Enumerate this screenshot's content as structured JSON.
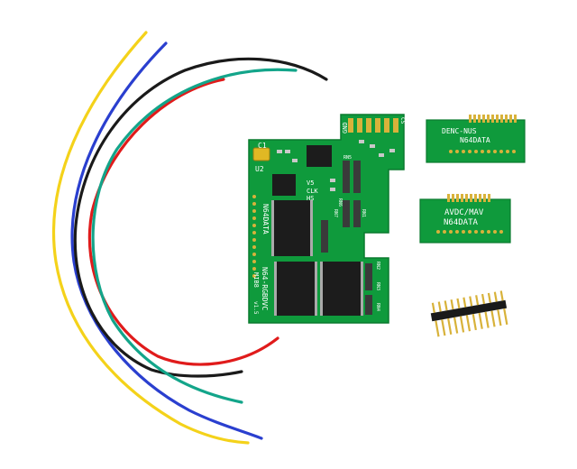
{
  "colors": {
    "background": "#ffffff",
    "pcb": "#0f9a3c",
    "pcb_dark": "#0a7a2e",
    "gold": "#d8b23a",
    "chip": "#1c1c1c",
    "wire_yellow": "#f4d21a",
    "wire_blue": "#2a3fcf",
    "wire_black": "#1a1a1a",
    "wire_red": "#e01b1b",
    "wire_green": "#13a58a"
  },
  "wires": [
    {
      "name": "yellow-wire",
      "color": "wire_yellow"
    },
    {
      "name": "blue-wire",
      "color": "wire_blue"
    },
    {
      "name": "black-wire",
      "color": "wire_black"
    },
    {
      "name": "red-wire",
      "color": "wire_red"
    },
    {
      "name": "green-wire",
      "color": "wire_green"
    }
  ],
  "main_board": {
    "labels": {
      "c1": "C1",
      "u2": "U2",
      "gnd": "GND",
      "cs": "CS",
      "v5": "V5",
      "clk": "CLK",
      "hs": "HS",
      "rn5": "RN5",
      "rn6": "RN6",
      "rn7": "RN7",
      "rn1": "RN1",
      "rn2": "RN2",
      "rn3": "RN3",
      "rn4": "RN4",
      "n64data": "N64DATA",
      "name1": "N64-RGBDVC",
      "name2": "MIB8",
      "ver": "v1.5"
    }
  },
  "adapter_top": {
    "line1": "DENC-NUS",
    "line2": "N64DATA"
  },
  "adapter_bottom": {
    "line1": "AVDC/MAV",
    "line2": "N64DATA"
  },
  "header_pins": {
    "count": 12
  }
}
